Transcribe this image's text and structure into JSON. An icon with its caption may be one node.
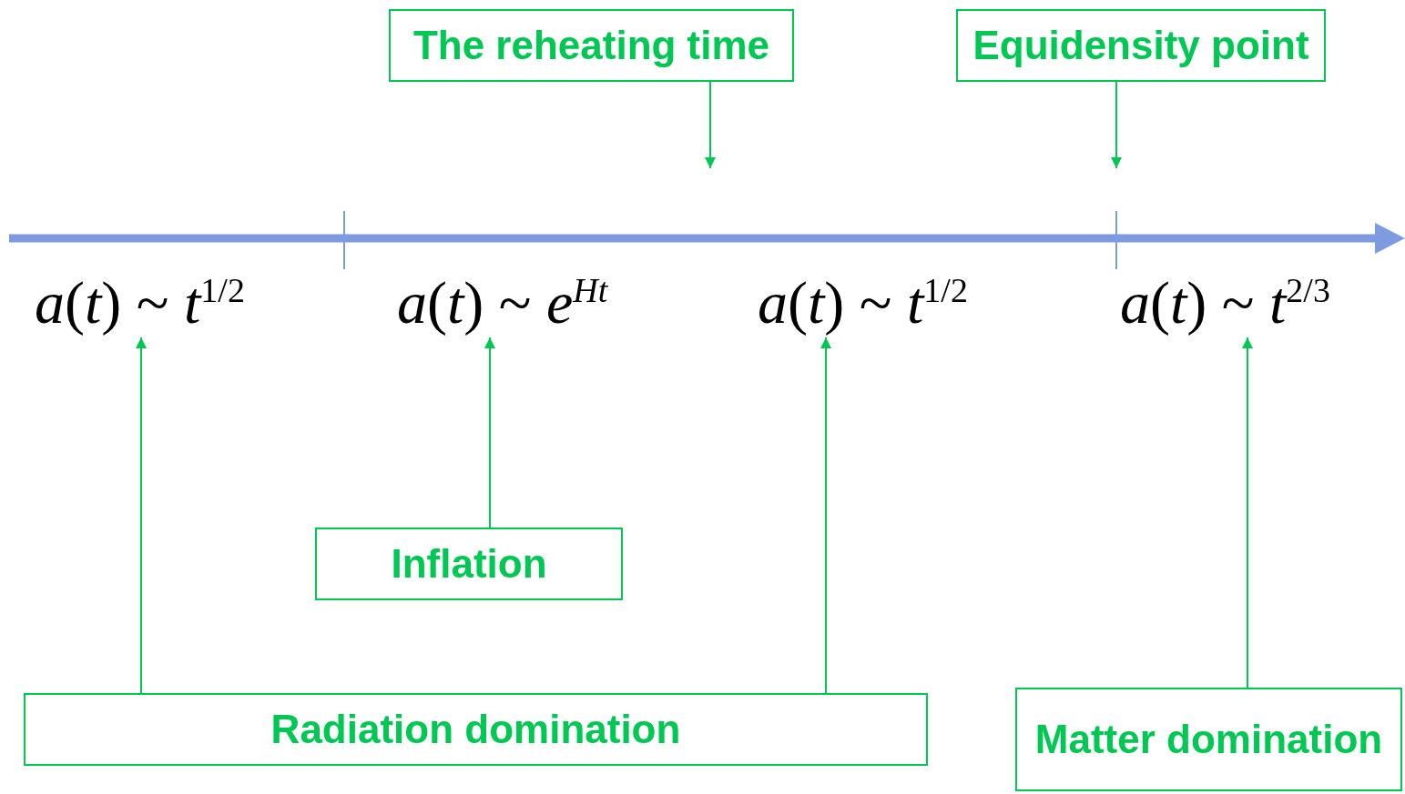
{
  "diagram": {
    "nodes": [
      {
        "text": [
          "The reheating time"
        ]
      },
      {
        "text": [
          "Equidensity point"
        ]
      },
      {
        "text": [
          "*a*(*t*) ~ *t*$^{1/2}$"
        ]
      },
      {
        "text": [
          "*a*(*t*) ~ *e*$^{Ht}$"
        ]
      },
      {
        "text": [
          "*a*(*t*) ~ *t*$^{1/2}$"
        ]
      },
      {
        "text": [
          "*a*(*t*) ~ *t*$^{2/3}$"
        ]
      },
      {
        "text": [
          "Inflation"
        ]
      },
      {
        "text": [
          "Radiation domination"
        ]
      },
      {
        "text": [
          "Matter domination"
        ]
      }
    ],
    "edges": [
      {
        "from": 0,
        "to": null,
        "arrow": "to"
      },
      {
        "from": 1,
        "to": null,
        "arrow": "to"
      },
      {
        "from": 6,
        "to": 3,
        "arrow": "to"
      },
      {
        "from": 7,
        "to": 2,
        "arrow": "to"
      },
      {
        "from": 7,
        "to": 4,
        "arrow": "to"
      },
      {
        "from": 8,
        "to": 5,
        "arrow": "to"
      }
    ]
  }
}
